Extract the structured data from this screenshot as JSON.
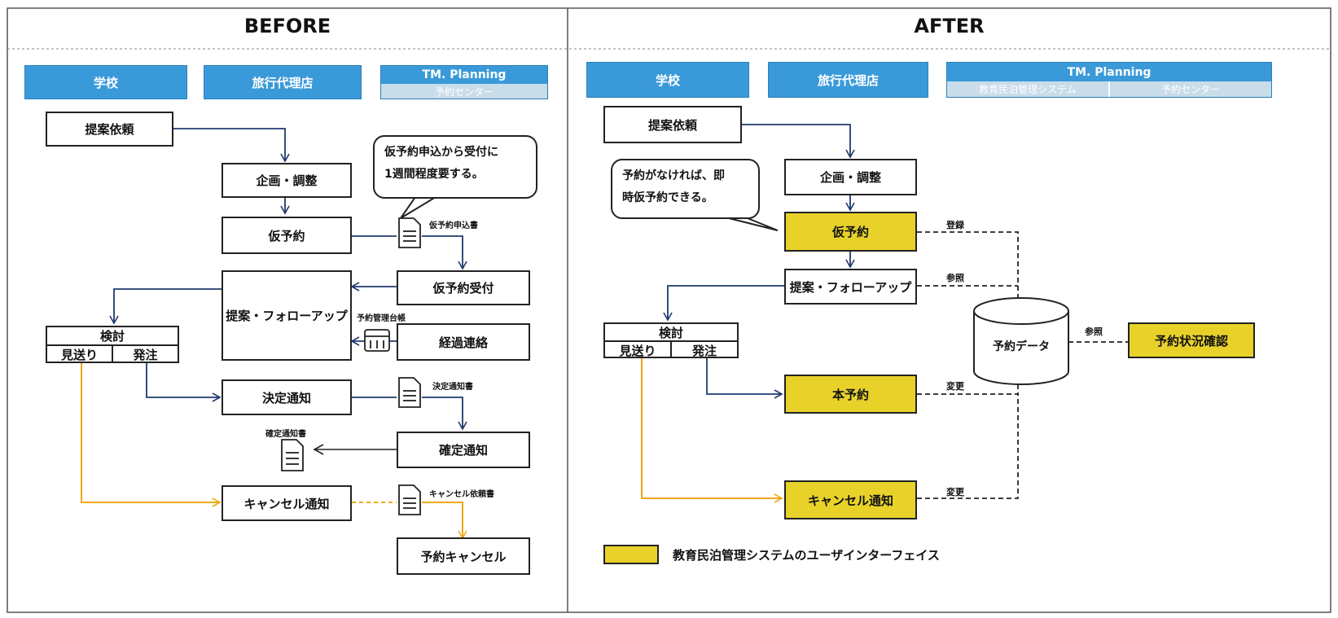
{
  "before": {
    "title": "BEFORE",
    "lanes": {
      "school": "学校",
      "agency": "旅行代理店",
      "tm_top": "TM. Planning",
      "tm_bottom": "予約センター"
    },
    "nodes": {
      "proposal_request": "提案依頼",
      "planning": "企画・調整",
      "provisional": "仮予約",
      "proposal_follow": "提案・フォローアップ",
      "provisional_accept": "仮予約受付",
      "progress_contact": "経過連絡",
      "decision_notice": "決定通知",
      "confirm_notice": "確定通知",
      "cancel_notice": "キャンセル通知",
      "reservation_cancel": "予約キャンセル"
    },
    "review": {
      "title": "検討",
      "left": "見送り",
      "right": "発注"
    },
    "callout": [
      "仮予約申込から受付に",
      "1週間程度要する。"
    ],
    "doc_labels": {
      "provisional_application": "仮予約申込書",
      "reservation_ledger": "予約管理台帳",
      "decision_notice_doc": "決定通知書",
      "confirm_notice_doc": "確定通知書",
      "cancel_request_doc": "キャンセル依頼書"
    }
  },
  "after": {
    "title": "AFTER",
    "lanes": {
      "school": "学校",
      "agency": "旅行代理店",
      "tm_top": "TM. Planning",
      "tm_bottom_left": "教育民泊管理システム",
      "tm_bottom_right": "予約センター"
    },
    "nodes": {
      "proposal_request": "提案依頼",
      "planning": "企画・調整",
      "provisional": "仮予約",
      "proposal_follow": "提案・フォローアップ",
      "final_reservation": "本予約",
      "cancel_notice": "キャンセル通知",
      "database": "予約データ",
      "status_check": "予約状況確認"
    },
    "review": {
      "title": "検討",
      "left": "見送り",
      "right": "発注"
    },
    "callout": [
      "予約がなければ、即",
      "時仮予約できる。"
    ],
    "edge_labels": {
      "register": "登録",
      "reference1": "参照",
      "reference2": "参照",
      "change1": "変更",
      "change2": "変更"
    },
    "legend": "教育民泊管理システムのユーザインターフェイス"
  },
  "colors": {
    "lane_blue": "#3a9ad9",
    "highlight_yellow": "#e8d22a",
    "flow_navy": "#1f3a6e",
    "cancel_orange": "#f0a818",
    "line_black": "#222222"
  }
}
